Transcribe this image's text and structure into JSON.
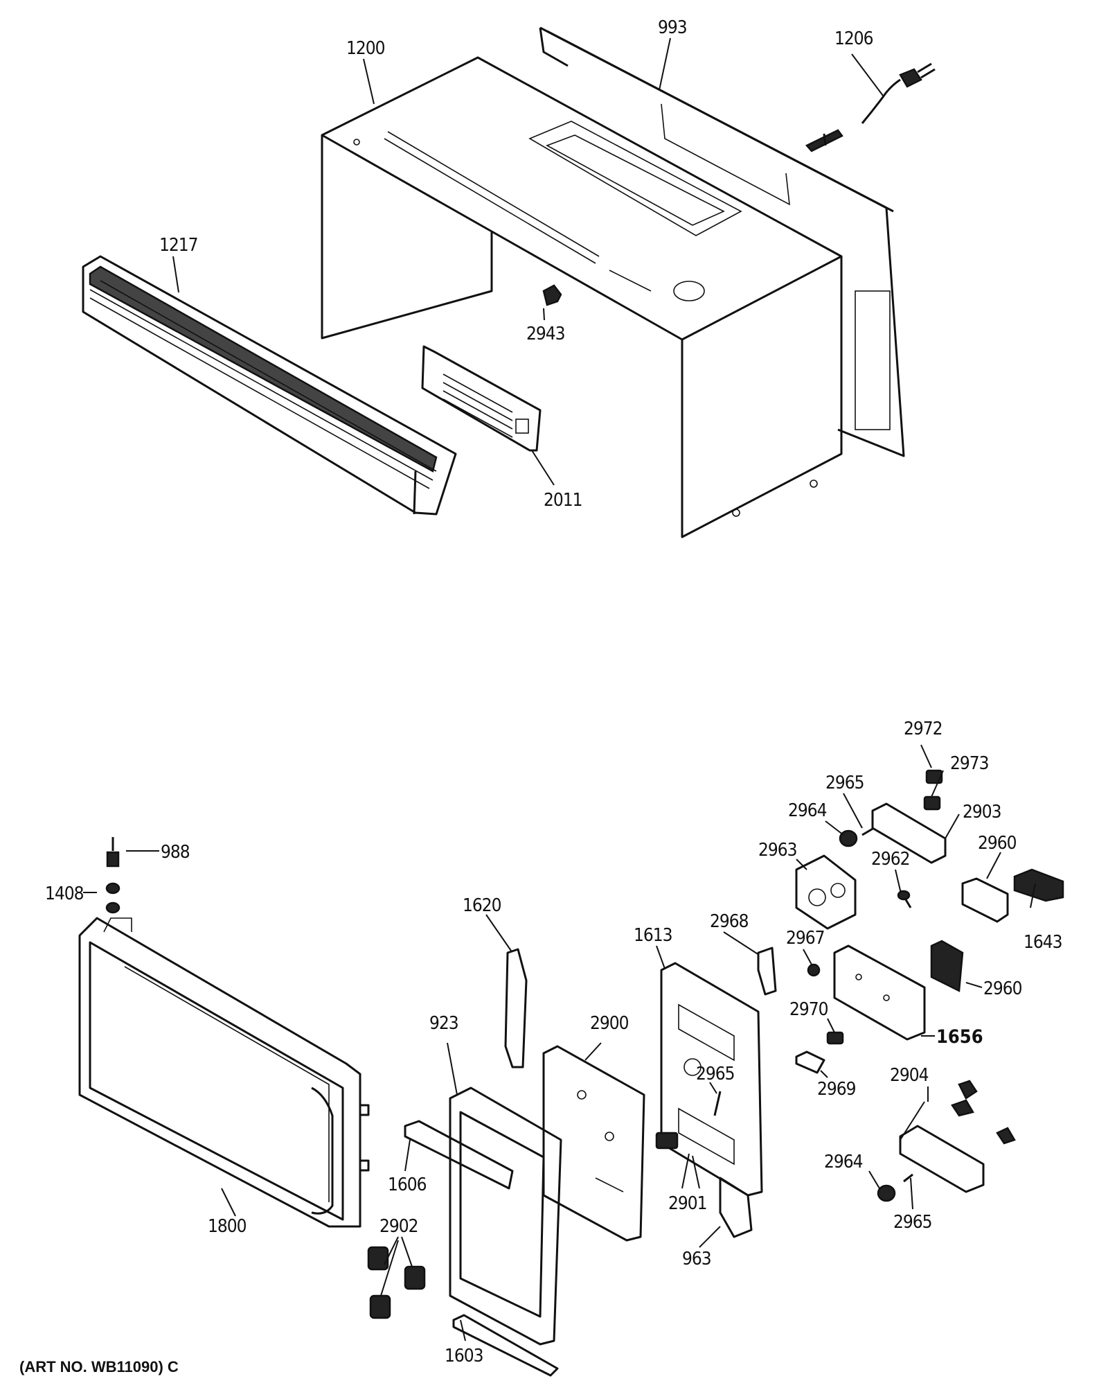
{
  "footer_text": "(ART NO. WB11090) C",
  "labels": {
    "l1200": "1200",
    "l993": "993",
    "l1206": "1206",
    "l1217": "1217",
    "l2943": "2943",
    "l2011": "2011",
    "l2972": "2972",
    "l2973": "2973",
    "l2965a": "2965",
    "l2964a": "2964",
    "l2903": "2903",
    "l2963": "2963",
    "l2962": "2962",
    "l2960a": "2960",
    "l988": "988",
    "l1408": "1408",
    "l1620": "1620",
    "l1613": "1613",
    "l2968": "2968",
    "l2967": "2967",
    "l1643": "1643",
    "l2960b": "2960",
    "l923": "923",
    "l2900": "2900",
    "l2970": "2970",
    "l1656": "1656",
    "l2965b": "2965",
    "l2969": "2969",
    "l2904": "2904",
    "l2901": "2901",
    "l2964b": "2964",
    "l2965c": "2965",
    "l1800": "1800",
    "l1606": "1606",
    "l2902": "2902",
    "l963": "963",
    "l1603": "1603"
  }
}
